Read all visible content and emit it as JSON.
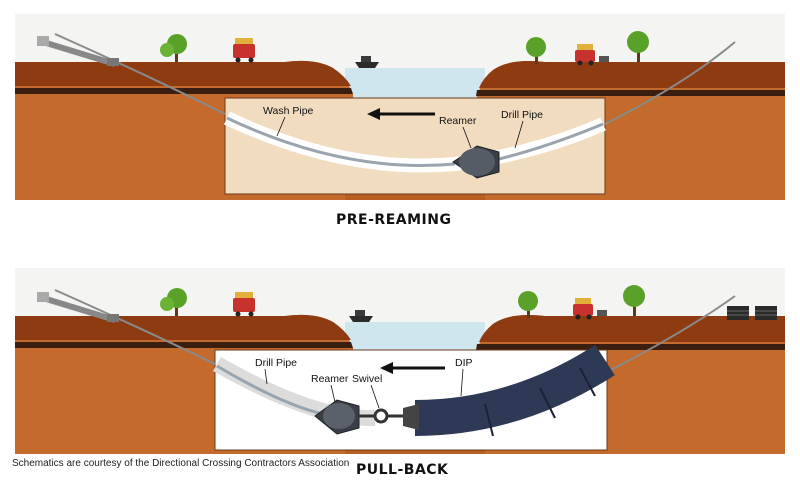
{
  "panels": [
    {
      "title": "PRE-REAMING",
      "labels": {
        "wash_pipe": "Wash Pipe",
        "reamer": "Reamer",
        "drill_pipe": "Drill Pipe"
      }
    },
    {
      "title": "PULL-BACK",
      "labels": {
        "drill_pipe": "Drill Pipe",
        "reamer": "Reamer",
        "swivel": "Swivel",
        "dip": "DIP"
      }
    }
  ],
  "credit": "Schematics are courtesy of the Directional Crossing Contractors Association",
  "colors": {
    "sky": "#f4f4f2",
    "water": "#cfe6ee",
    "topsoil": "#8e3b12",
    "subsoil": "#c46a2c",
    "dark_band": "#3a1f10",
    "cutaway": "#f2dcc0",
    "tree": "#5aa12a",
    "truck": "#c8322c",
    "pipe": "#2e3a55"
  }
}
